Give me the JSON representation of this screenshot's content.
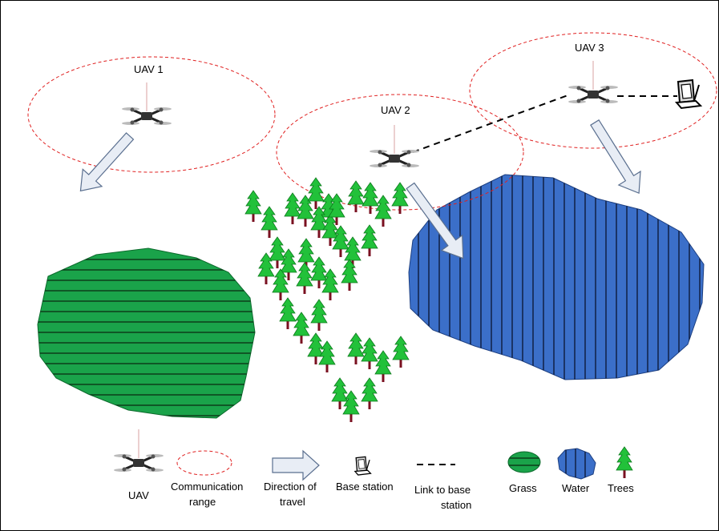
{
  "uavs": [
    {
      "label": "UAV 1"
    },
    {
      "label": "UAV 2"
    },
    {
      "label": "UAV 3"
    }
  ],
  "legend": {
    "uav": "UAV",
    "comm_line1": "Communication",
    "comm_line2": "range",
    "dir_line1": "Direction of",
    "dir_line2": "travel",
    "base": "Base station",
    "link_line1": "Link to base",
    "link_line2": "station",
    "grass": "Grass",
    "water": "Water",
    "trees": "Trees"
  },
  "colors": {
    "grass": "#1aa34a",
    "water": "#3b6fc9",
    "tree_foliage": "#22c13a",
    "tree_trunk": "#7a1020",
    "range_circle": "#e02020",
    "arrow_fill": "#e8edf5",
    "arrow_stroke": "#5a6f8f"
  },
  "icons": [
    "drone-icon",
    "computer-icon",
    "tree-icon",
    "arrow-icon"
  ]
}
